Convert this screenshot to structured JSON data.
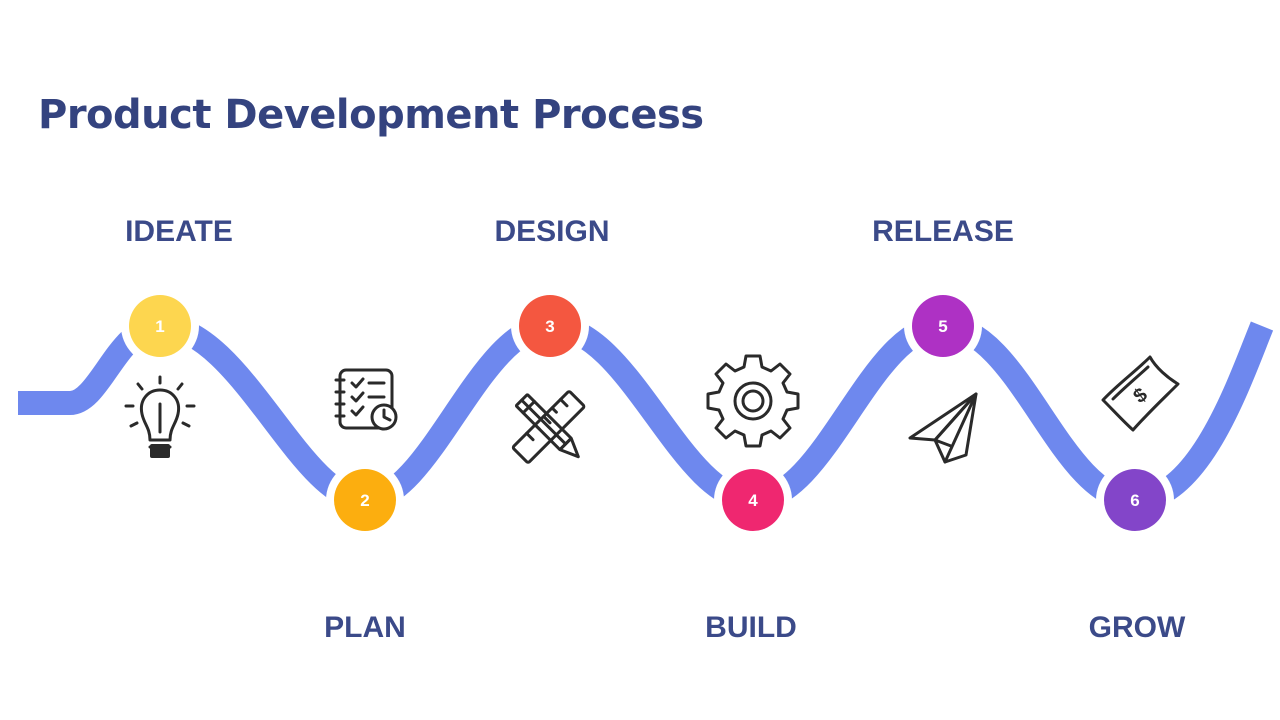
{
  "title": "Product Development Process",
  "colors": {
    "title": "#34437f",
    "label": "#3b4a89",
    "track": "#6e88ee"
  },
  "steps": [
    {
      "number": "1",
      "label": "IDEATE",
      "color": "#fdd64f",
      "icon": "lightbulb-icon"
    },
    {
      "number": "2",
      "label": "PLAN",
      "color": "#fcae0f",
      "icon": "checklist-icon"
    },
    {
      "number": "3",
      "label": "DESIGN",
      "color": "#f45740",
      "icon": "pencil-ruler-icon"
    },
    {
      "number": "4",
      "label": "BUILD",
      "color": "#ef2770",
      "icon": "gear-icon"
    },
    {
      "number": "5",
      "label": "RELEASE",
      "color": "#ae31c4",
      "icon": "paper-plane-icon"
    },
    {
      "number": "6",
      "label": "GROW",
      "color": "#8345c9",
      "icon": "dollar-bill-icon"
    }
  ],
  "icons": {
    "dollar_symbol": "$"
  }
}
